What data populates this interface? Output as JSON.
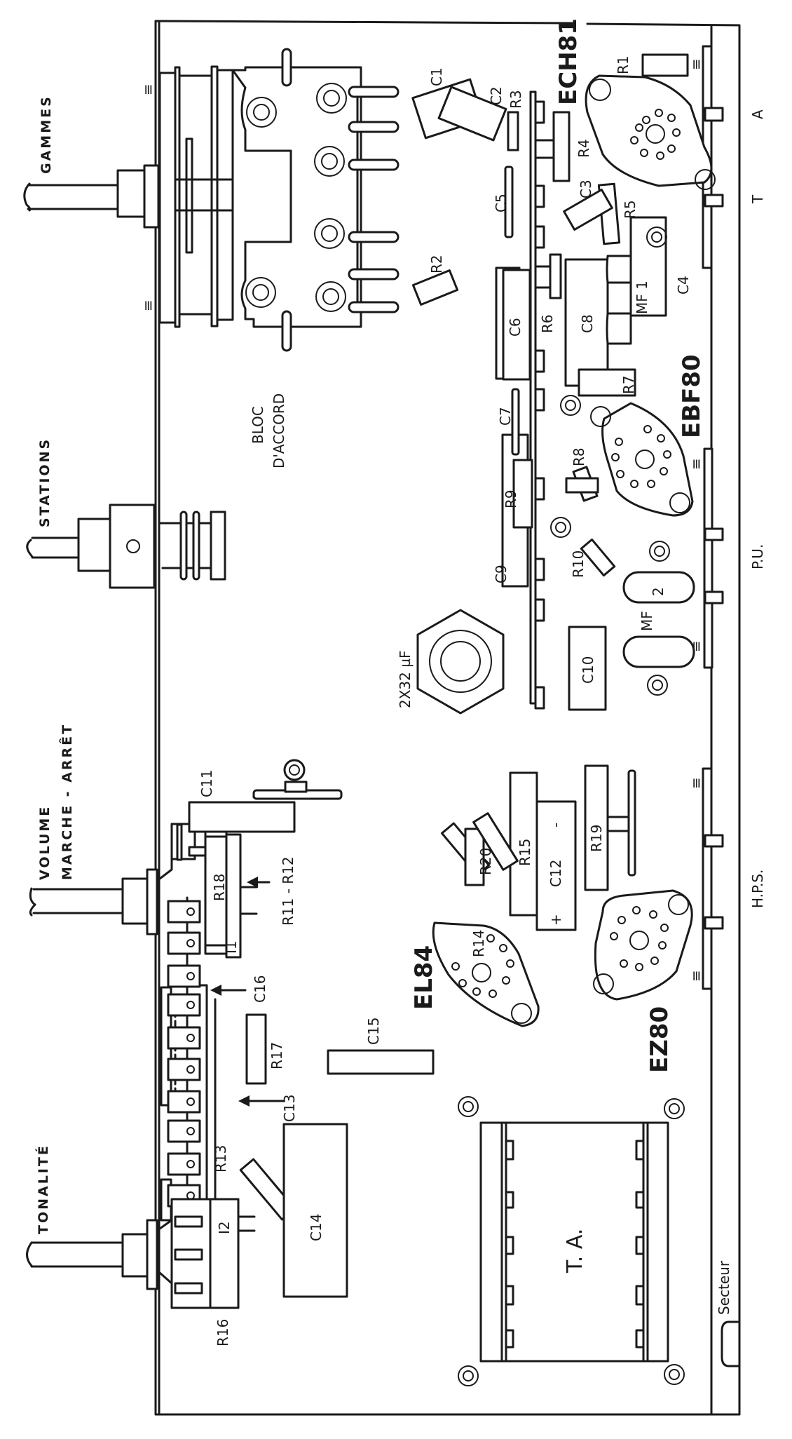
{
  "diagram": {
    "title": "Chassis component layout (radio receiver)",
    "colors": {
      "ink": "#1a1a1a",
      "background": "#ffffff"
    },
    "controls": {
      "gammes": "GAMMES",
      "stations": "STATIONS",
      "volume": "VOLUME",
      "marche_arret": "MARCHE - ARRÊT",
      "tonalite": "TONALITÉ"
    },
    "blocks": {
      "bloc": "BLOC",
      "accord": "D'ACCORD",
      "filter_cap": "2X32 µF",
      "transformer": "T. A.",
      "secteur": "Secteur"
    },
    "tubes": {
      "ech81": "ECH81",
      "ebf80": "EBF80",
      "el84": "EL84",
      "ez80": "EZ80"
    },
    "if_transformers": {
      "mf1": "MF 1",
      "mf2_a": "MF",
      "mf2_b": "2"
    },
    "terminals": {
      "a": "A",
      "t": "T",
      "pu": "P.U.",
      "hps": "H.P.S."
    },
    "resistors": {
      "r1": "R1",
      "r2": "R2",
      "r3": "R3",
      "r4": "R4",
      "r5": "R5",
      "r6": "R6",
      "r7": "R7",
      "r8": "R8",
      "r9": "R9",
      "r10": "R10",
      "r11_r12": "R11 - R12",
      "r13": "R13",
      "r14": "R14",
      "r15": "R15",
      "r16": "R16",
      "r17": "R17",
      "r18": "R18",
      "r19": "R19",
      "r20": "R20"
    },
    "capacitors": {
      "c1": "C1",
      "c2": "C2",
      "c3": "C3",
      "c4": "C4",
      "c5": "C5",
      "c6": "C6",
      "c7": "C7",
      "c8": "C8",
      "c9": "C9",
      "c10": "C10",
      "c11": "C11",
      "c12": "C12",
      "c13": "C13",
      "c14": "C14",
      "c15": "C15",
      "c16": "C16"
    },
    "switches": {
      "i1": "I1",
      "i2": "I2"
    },
    "polarity": {
      "plus": "+",
      "minus": "-"
    }
  }
}
